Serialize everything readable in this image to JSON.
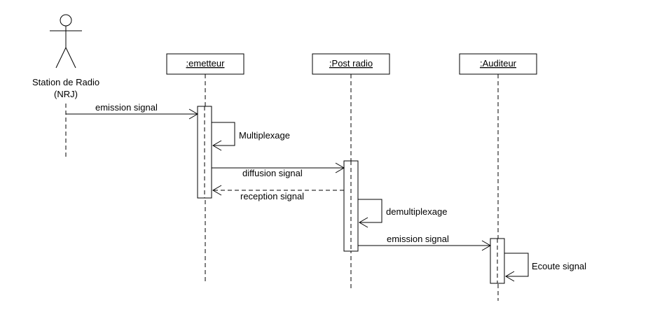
{
  "actor": {
    "name_line1": "Station de Radio",
    "name_line2": "(NRJ)"
  },
  "participants": [
    {
      "label": ":emetteur"
    },
    {
      "label": ":Post radio"
    },
    {
      "label": ":Auditeur"
    }
  ],
  "messages": [
    {
      "label": "emission signal",
      "kind": "sync"
    },
    {
      "label": "Multiplexage",
      "kind": "self"
    },
    {
      "label": "diffusion signal",
      "kind": "sync"
    },
    {
      "label": "reception signal",
      "kind": "return"
    },
    {
      "label": "demultiplexage",
      "kind": "self"
    },
    {
      "label": "emission signal",
      "kind": "sync"
    },
    {
      "label": "Ecoute signal",
      "kind": "self"
    }
  ]
}
